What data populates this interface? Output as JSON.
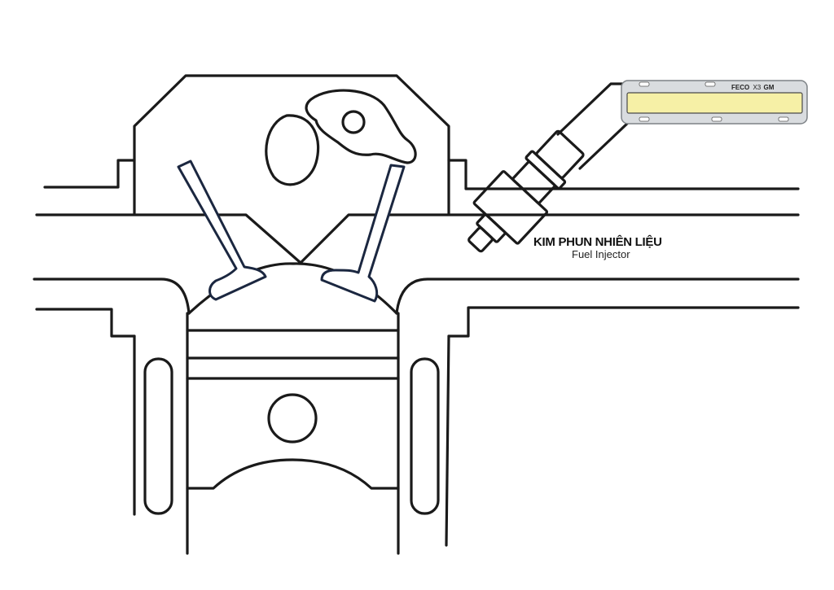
{
  "labels": {
    "injector_title": "KIM PHUN NHIÊN LIỆU",
    "injector_subtitle": "Fuel Injector"
  },
  "device": {
    "brand_a": "FECO",
    "brand_b": "X3",
    "brand_c": "GM",
    "panel_color": "#d9dcdf",
    "strip_color": "#f6f0a6"
  },
  "colors": {
    "line": "#1a1a1a",
    "valve_outline": "#1b2740"
  }
}
